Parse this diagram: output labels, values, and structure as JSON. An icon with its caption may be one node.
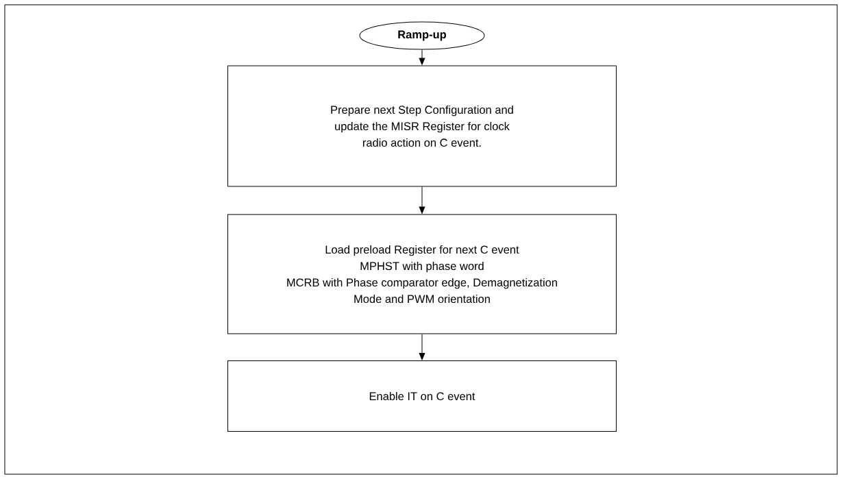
{
  "diagram": {
    "nodes": [
      {
        "text": [
          "Ramp-up"
        ]
      },
      {
        "text": [
          "Prepare next Step Configuration and update the MISR Register for clock radio action on C event."
        ]
      },
      {
        "text": [
          "Load preload Register for next C event",
          "MPHST with phase word",
          "MCRB with Phase comparator edge, Demagnetization Mode and PWM orientation"
        ]
      },
      {
        "text": [
          "Enable IT on C event"
        ]
      }
    ],
    "edges": [
      {
        "from": 0,
        "to": 1,
        "arrow": "to"
      },
      {
        "from": 1,
        "to": 2,
        "arrow": "to"
      },
      {
        "from": 2,
        "to": 3,
        "arrow": "to"
      }
    ]
  }
}
